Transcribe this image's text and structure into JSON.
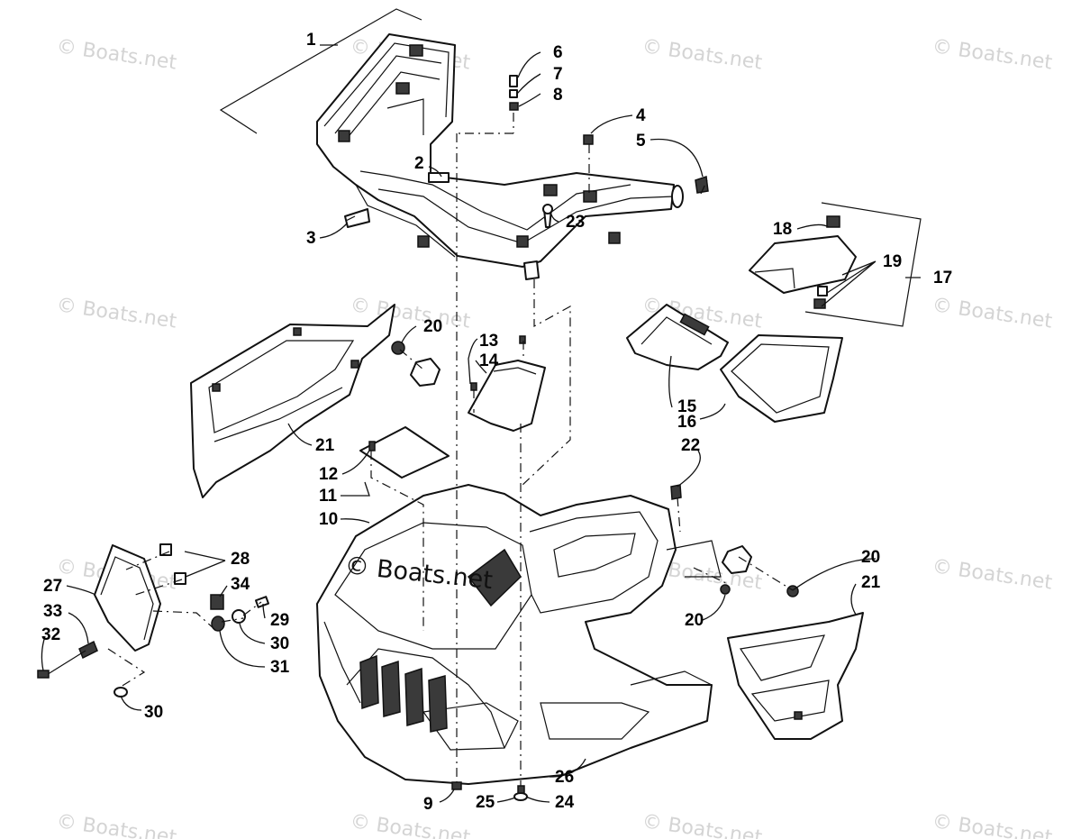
{
  "watermark_text": "© Boats.net",
  "callouts": [
    "1",
    "2",
    "3",
    "4",
    "5",
    "6",
    "7",
    "8",
    "9",
    "10",
    "11",
    "12",
    "13",
    "14",
    "15",
    "16",
    "17",
    "18",
    "19",
    "20",
    "21",
    "22",
    "23",
    "24",
    "25",
    "26",
    "27",
    "28",
    "29",
    "30",
    "31",
    "32",
    "33",
    "34"
  ]
}
